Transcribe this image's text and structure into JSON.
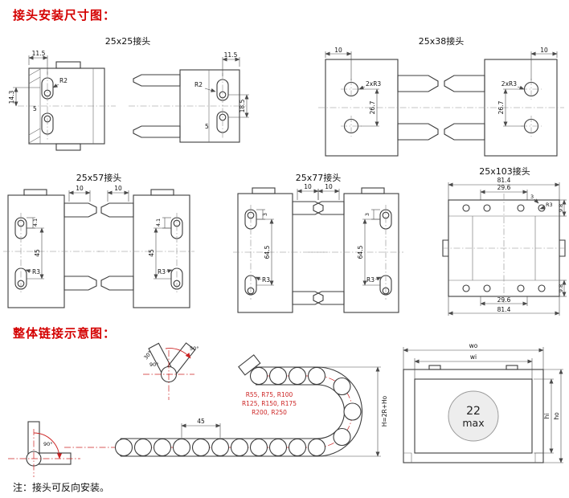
{
  "page": {
    "title": "接头安装尺寸图：",
    "section2_title": "整体链接示意图：",
    "note": "注：接头可反向安装。"
  },
  "colors": {
    "accent_red": "#d40000",
    "line": "#3c3c3c"
  },
  "connectors": {
    "c2525": {
      "label": "25x25接头",
      "dims": {
        "w": "11.5",
        "h": "14.3",
        "r": "R2",
        "gap": "5",
        "w2": "11.5",
        "r2": "R2",
        "gap2": "5",
        "h2": "18.5"
      }
    },
    "c2538": {
      "label": "25x38接头",
      "dims": {
        "w": "10",
        "r": "2xR3",
        "h": "26.7",
        "w2": "10",
        "r2": "2xR3",
        "h2": "26.7"
      }
    },
    "c2557": {
      "label": "25x57接头",
      "dims": {
        "w": "10",
        "off": "4.1",
        "h": "45",
        "r": "R3",
        "w2": "10",
        "off2": "4.1",
        "h2": "45",
        "r2": "R3"
      }
    },
    "c2577": {
      "label": "25x77接头",
      "dims": {
        "w": "10",
        "off": "3",
        "h": "64.5",
        "r": "R3",
        "w2": "10",
        "off2": "3",
        "h2": "64.5",
        "r2": "R3"
      }
    },
    "c25103": {
      "label": "25x103接头",
      "dims": {
        "top_outer": "81.4",
        "top_inner": "29.6",
        "off": "3",
        "r": "R3",
        "side_top": "9.8",
        "bottom_inner": "29.6",
        "bottom_outer": "81.4",
        "side_bottom": "9.8"
      }
    }
  },
  "chain": {
    "radii1": "R55, R75, R100",
    "radii2": "R125, R150, R175",
    "radii3": "R200, R250",
    "pitch": "45",
    "height": "H=2R+Ho",
    "angle_top_90": "90°",
    "angle_50": "50°",
    "angle_30": "30°",
    "angle_bottom_90": "90°"
  },
  "section": {
    "wo": "wo",
    "wi": "wi",
    "hi": "hi",
    "ho": "ho",
    "max1": "22",
    "max2": "max"
  }
}
